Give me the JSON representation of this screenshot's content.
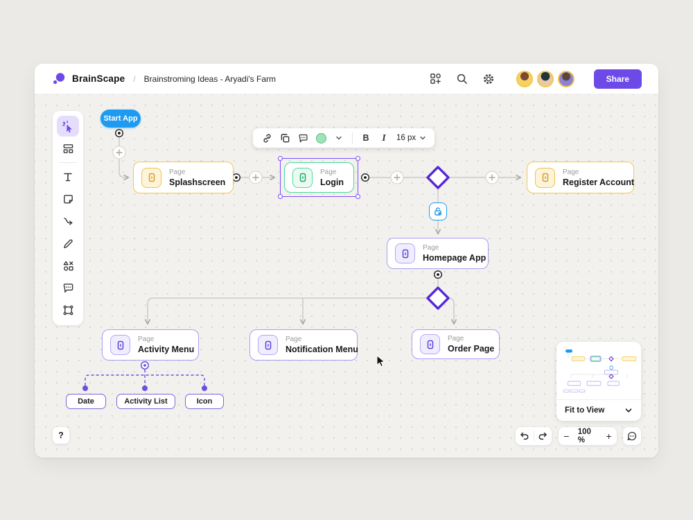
{
  "header": {
    "brand": "BrainScape",
    "separator": "/",
    "document_title": "Brainstroming Ideas - Aryadi's Farm",
    "share_label": "Share",
    "icons": [
      "widgets-add-icon",
      "search-icon",
      "settings-gear-icon"
    ],
    "avatar_count": 3
  },
  "left_toolbar": {
    "tools": [
      "select-tool",
      "frame-tool",
      "text-tool",
      "note-tool",
      "connector-tool",
      "pen-tool",
      "shapes-tool",
      "comment-tool",
      "section-tool"
    ],
    "active_tool": "select-tool"
  },
  "format_toolbar": {
    "bold": "B",
    "italic": "I",
    "font_size": "16 px",
    "fill_color": "#9FE3B9",
    "icons": [
      "link-icon",
      "duplicate-icon",
      "comment-icon"
    ]
  },
  "canvas": {
    "start_node": {
      "label": "Start App",
      "color": "#1E9BF0"
    },
    "nodes": [
      {
        "category": "Page",
        "title": "Splashscreen",
        "accent": "yellow"
      },
      {
        "category": "Page",
        "title": "Login",
        "accent": "green",
        "selected": true
      },
      {
        "category": "Page",
        "title": "Register Account",
        "accent": "yellow"
      },
      {
        "category": "Page",
        "title": "Homepage App",
        "accent": "purple"
      },
      {
        "category": "Page",
        "title": "Activity Menu",
        "accent": "purple"
      },
      {
        "category": "Page",
        "title": "Notification Menu",
        "accent": "purple"
      },
      {
        "category": "Page",
        "title": "Order Page",
        "accent": "purple"
      }
    ],
    "chips": [
      {
        "label": "Date"
      },
      {
        "label": "Activity List"
      },
      {
        "label": "Icon"
      }
    ],
    "decision_nodes": 2,
    "lock_badge": "lock-icon"
  },
  "minimap": {
    "label": "Fit to View"
  },
  "footer": {
    "help": "?",
    "zoom_out": "−",
    "zoom_level": "100 %",
    "zoom_in": "+"
  },
  "colors": {
    "accent_purple": "#6D4AE8",
    "diamond_purple": "#5627D6",
    "node_purple_border": "#AA9DF1",
    "node_yellow_border": "#F3C64F",
    "node_green_border": "#45D993",
    "start_blue": "#1E9BF0",
    "selection": "#7C4DFF",
    "canvas_bg": "#F2F1EE"
  }
}
